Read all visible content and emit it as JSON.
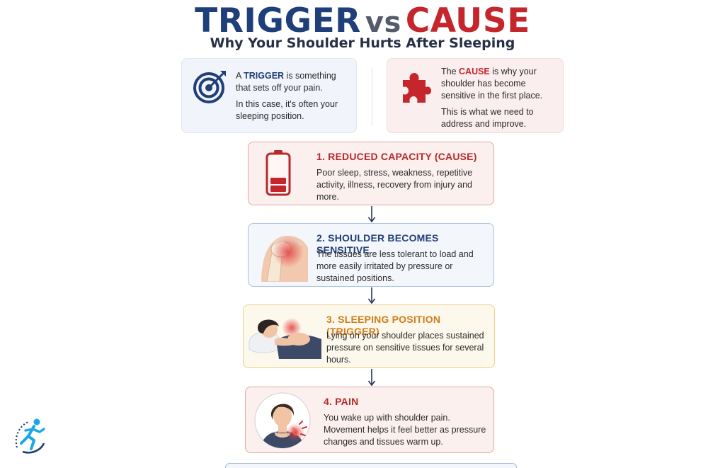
{
  "header": {
    "title_left": "TRIGGER",
    "title_vs": "vs",
    "title_right": "CAUSE",
    "subtitle": "Why Your Shoulder Hurts After Sleeping"
  },
  "trigger_def": {
    "icon": "target-icon",
    "pre": "A ",
    "keyword": "TRIGGER",
    "post": " is something that sets off your pain.",
    "note": "In this case, it's often your sleeping position."
  },
  "cause_def": {
    "icon": "puzzle-piece-icon",
    "pre": "The ",
    "keyword": "CAUSE",
    "post": " is why your shoulder has become sensitive in the first place.",
    "note": "This is what we need to address and improve."
  },
  "steps": [
    {
      "heading": "1. REDUCED CAPACITY (CAUSE)",
      "body": "Poor sleep, stress, weakness, repetitive activity, illness, recovery from injury and more.",
      "icon": "low-battery-icon"
    },
    {
      "heading": "2. SHOULDER BECOMES SENSITIVE",
      "body": "The tissues are less tolerant to load and more easily irritated by pressure or sustained positions.",
      "icon": "shoulder-joint-illustration"
    },
    {
      "heading": "3. SLEEPING POSITION (TRIGGER)",
      "body": "Lying on your shoulder places sustained pressure on sensitive tissues for several hours.",
      "icon": "side-sleeper-illustration"
    },
    {
      "heading": "4. PAIN",
      "body": "You wake up with shoulder pain. Movement helps it feel better as pressure changes and tissues warm up.",
      "icon": "shoulder-pain-illustration"
    }
  ],
  "colors": {
    "trigger_blue": "#1f3f7a",
    "cause_red": "#c4262b",
    "step1_border": "#e4a5a3",
    "step2_border": "#a9bde0",
    "step3_border": "#f0cf85",
    "step3_heading": "#cf7d1b"
  },
  "brand_logo": "running-figure-logo"
}
